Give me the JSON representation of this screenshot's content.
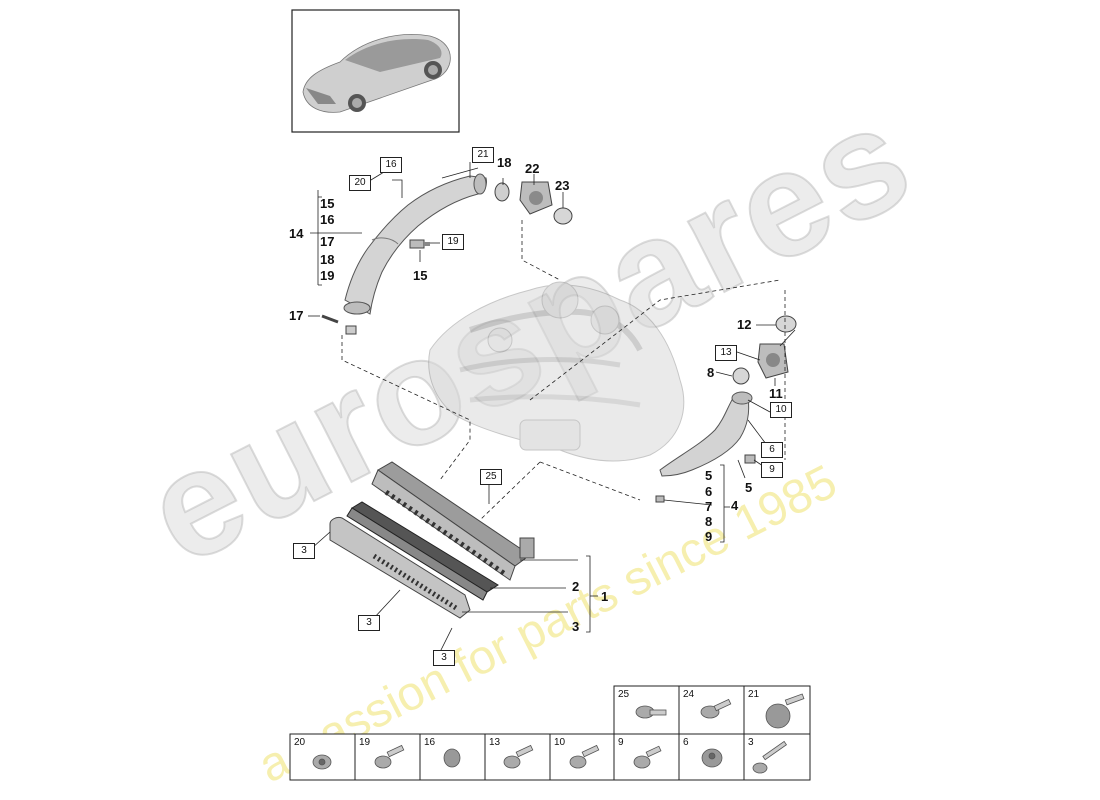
{
  "watermark": {
    "brand": "eurospares",
    "tagline": "a passion for parts since 1985"
  },
  "callouts": {
    "c1": "1",
    "c2": "2",
    "c3": "3",
    "c4": "4",
    "c5a": "5",
    "c5b": "5",
    "c6": "6",
    "c7": "7",
    "c8": "8",
    "c9": "9",
    "c8b": "8",
    "c11": "11",
    "c12": "12",
    "c14": "14",
    "c15a": "15",
    "c16a": "16",
    "c17a": "17",
    "c18a": "18",
    "c19a": "19",
    "c15b": "15",
    "c17b": "17",
    "c18b": "18",
    "c22": "22",
    "c23": "23"
  },
  "boxed_refs": {
    "b20": "20",
    "b16": "16",
    "b21": "21",
    "b19": "19",
    "b13": "13",
    "b10": "10",
    "b6": "6",
    "b9": "9",
    "b25": "25",
    "b3a": "3",
    "b3b": "3",
    "b3c": "3"
  },
  "fastener_grid": {
    "top_row": [
      "25",
      "24",
      "21"
    ],
    "bottom_row": [
      "20",
      "19",
      "16",
      "13",
      "10",
      "9",
      "6",
      "3"
    ]
  }
}
